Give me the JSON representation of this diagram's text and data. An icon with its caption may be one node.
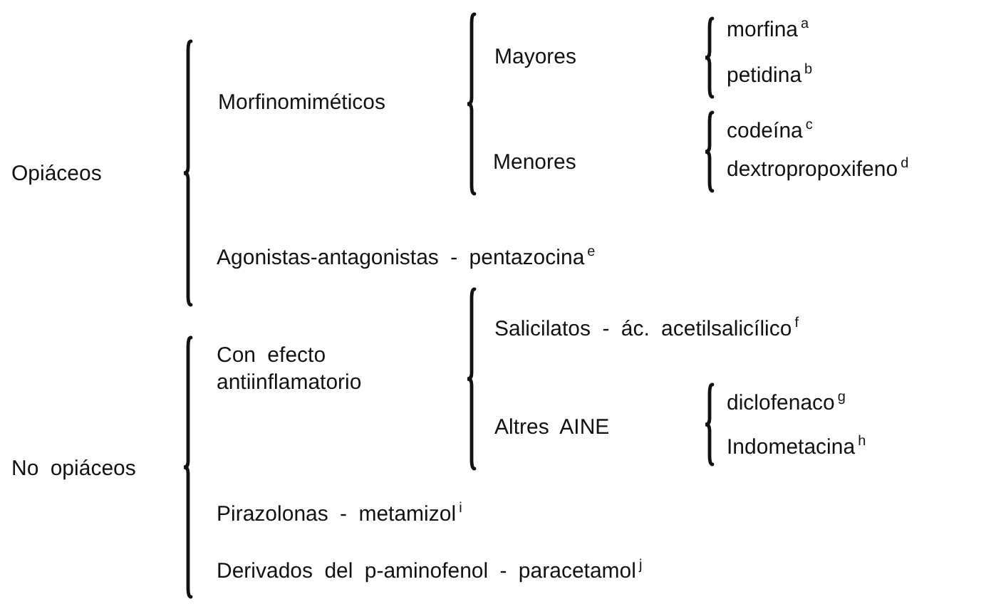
{
  "diagram": {
    "labels": [
      "Opiáceos",
      "Morfinomiméticos",
      "Mayores",
      "morfina$^{a}$",
      "petidina$^{b}$",
      "Menores",
      "codeína$^{c}$",
      "dextropropoxifeno$^{d}$",
      "Agonistas-antagonistas - pentazocina$^{e}$",
      "Salicilatos - ác. acetilsalicílico$^{f}$",
      "Con efecto antiinflamatorio",
      "Altres AINE",
      "diclofenaco$^{g}$",
      "Indometacina$^{h}$",
      "No opiáceos",
      "Pirazolonas - metamizol$^{i}$",
      "Derivados del p-aminofenol - paracetamol$^{j}$"
    ]
  }
}
